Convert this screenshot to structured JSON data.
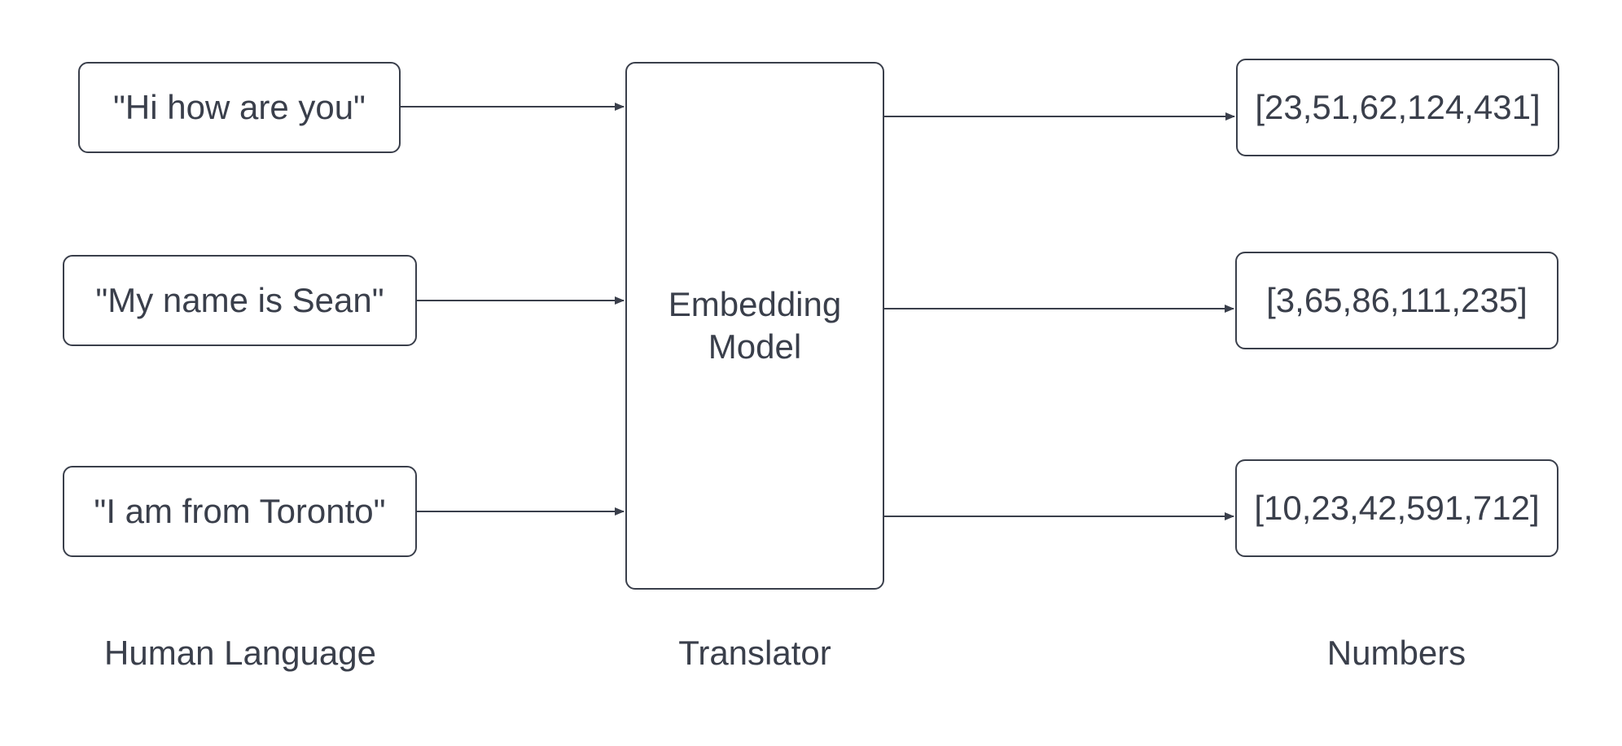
{
  "inputs": [
    "\"Hi how are you\"",
    "\"My name is Sean\"",
    "\"I am from Toronto\""
  ],
  "model": {
    "line1": "Embedding",
    "line2": "Model"
  },
  "outputs": [
    "[23,51,62,124,431]",
    "[3,65,86,111,235]",
    "[10,23,42,591,712]"
  ],
  "labels": {
    "human": "Human Language",
    "translator": "Translator",
    "numbers": "Numbers"
  },
  "colors": {
    "stroke": "#3a3f4b",
    "text": "#3a3f4b",
    "background": "#ffffff"
  }
}
